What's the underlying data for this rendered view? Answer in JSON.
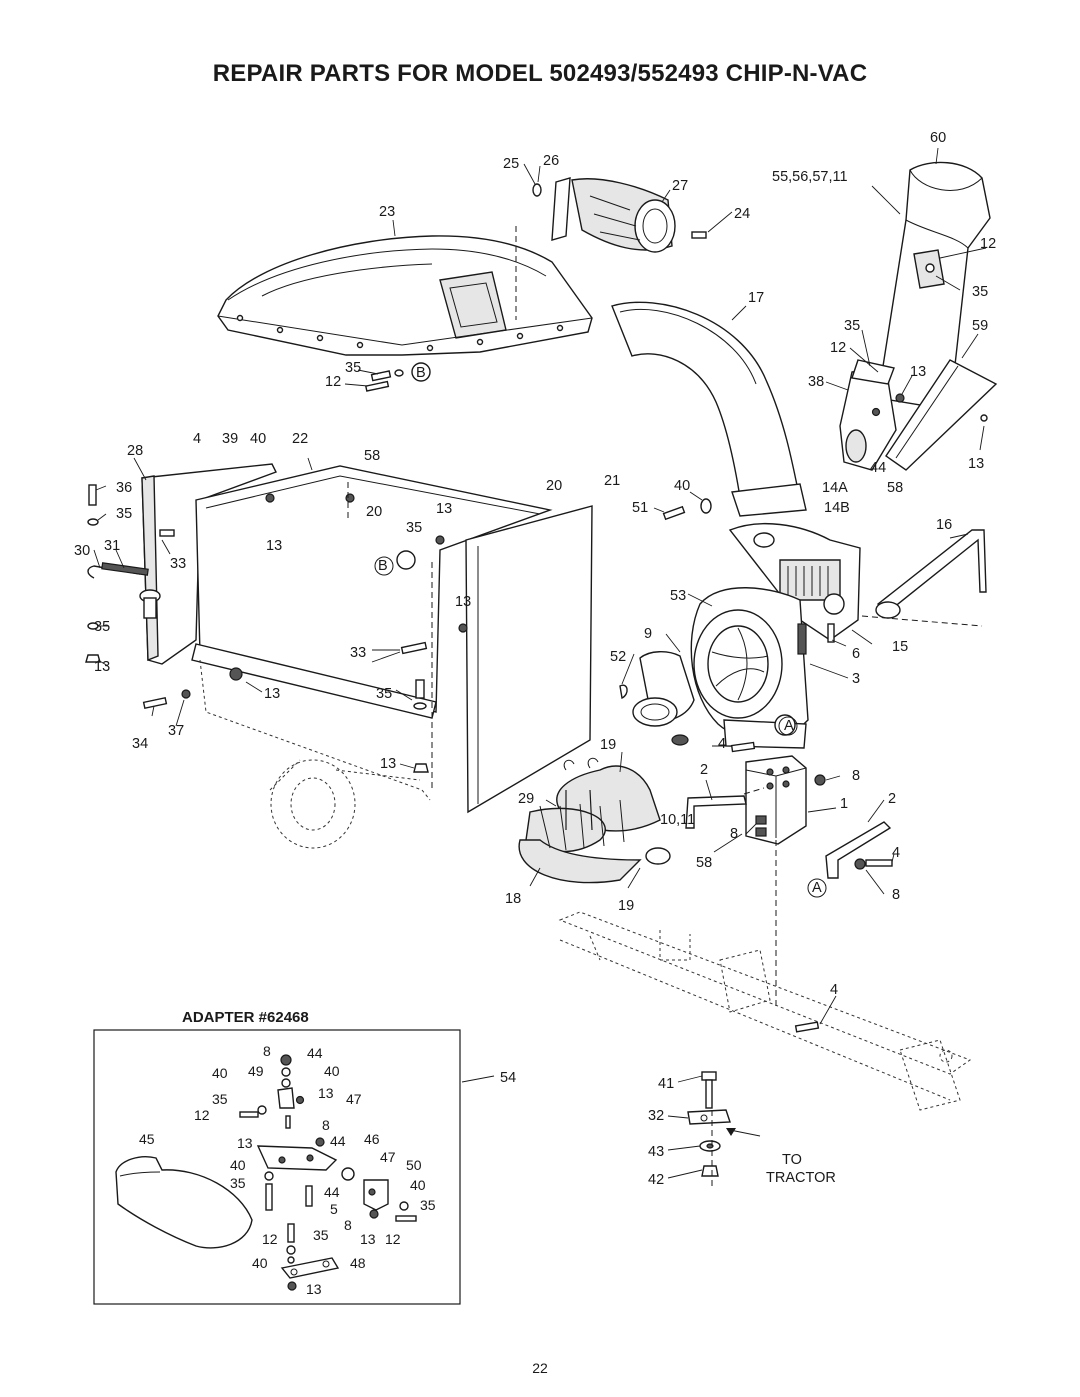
{
  "title": "REPAIR PARTS FOR MODEL 502493/552493 CHIP-N-VAC",
  "adapter_label": "ADAPTER #62468",
  "to_tractor": [
    "TO",
    "TRACTOR"
  ],
  "page_number": "22",
  "callouts": {
    "c60": "60",
    "c25": "25",
    "c26": "26",
    "c27": "27",
    "c55": "55,56,57,11",
    "c23": "23",
    "c24": "24",
    "c12a": "12",
    "c17": "17",
    "c35a": "35",
    "c35b": "35",
    "c59": "59",
    "c12b": "12",
    "c35c": "35",
    "cB1": "B",
    "c13a": "13",
    "c12c": "12",
    "c38": "38",
    "c28": "28",
    "c4a": "4",
    "c39": "39",
    "c40a": "40",
    "c22": "22",
    "c58a": "58",
    "c44a": "44",
    "c13b": "13",
    "c36": "36",
    "c20a": "20",
    "c21": "21",
    "c40b": "40",
    "c14A": "14A",
    "c58b": "58",
    "c35d": "35",
    "c13c": "13",
    "c20b": "20",
    "c51": "51",
    "c14B": "14B",
    "c35e": "35",
    "c16": "16",
    "c30": "30",
    "c31": "31",
    "c33a": "33",
    "c13d": "13",
    "cB2": "B",
    "c53": "53",
    "c13e": "13",
    "c35f": "35",
    "c9": "9",
    "c15": "15",
    "c33b": "33",
    "c52": "52",
    "c6": "6",
    "c13f": "13",
    "c13g": "13",
    "c35g": "35",
    "c3": "3",
    "cA1": "A",
    "c34": "34",
    "c37": "37",
    "c19a": "19",
    "c4b": "4",
    "c13h": "13",
    "c2a": "2",
    "c8a": "8",
    "c29": "29",
    "c1": "1",
    "c2b": "2",
    "c1011": "10,11",
    "c8b": "8",
    "c4c": "4",
    "c58c": "58",
    "cA2": "A",
    "c8c": "8",
    "c18": "18",
    "c19b": "19",
    "c4d": "4",
    "c54": "54",
    "c41": "41",
    "c32": "32",
    "c43": "43",
    "c42": "42",
    "a8a": "8",
    "a44a": "44",
    "a40a": "40",
    "a49": "49",
    "a40b": "40",
    "a35a": "35",
    "a13a": "13",
    "a47a": "47",
    "a12a": "12",
    "a8b": "8",
    "a45": "45",
    "a13b": "13",
    "a44b": "44",
    "a46": "46",
    "a47b": "47",
    "a40c": "40",
    "a50": "50",
    "a35b": "35",
    "a44c": "44",
    "a40d": "40",
    "a5": "5",
    "a35c": "35",
    "a12b": "12",
    "a35d": "35",
    "a8c": "8",
    "a13c": "13",
    "a12c": "12",
    "a40e": "40",
    "a48": "48",
    "a13d": "13"
  }
}
